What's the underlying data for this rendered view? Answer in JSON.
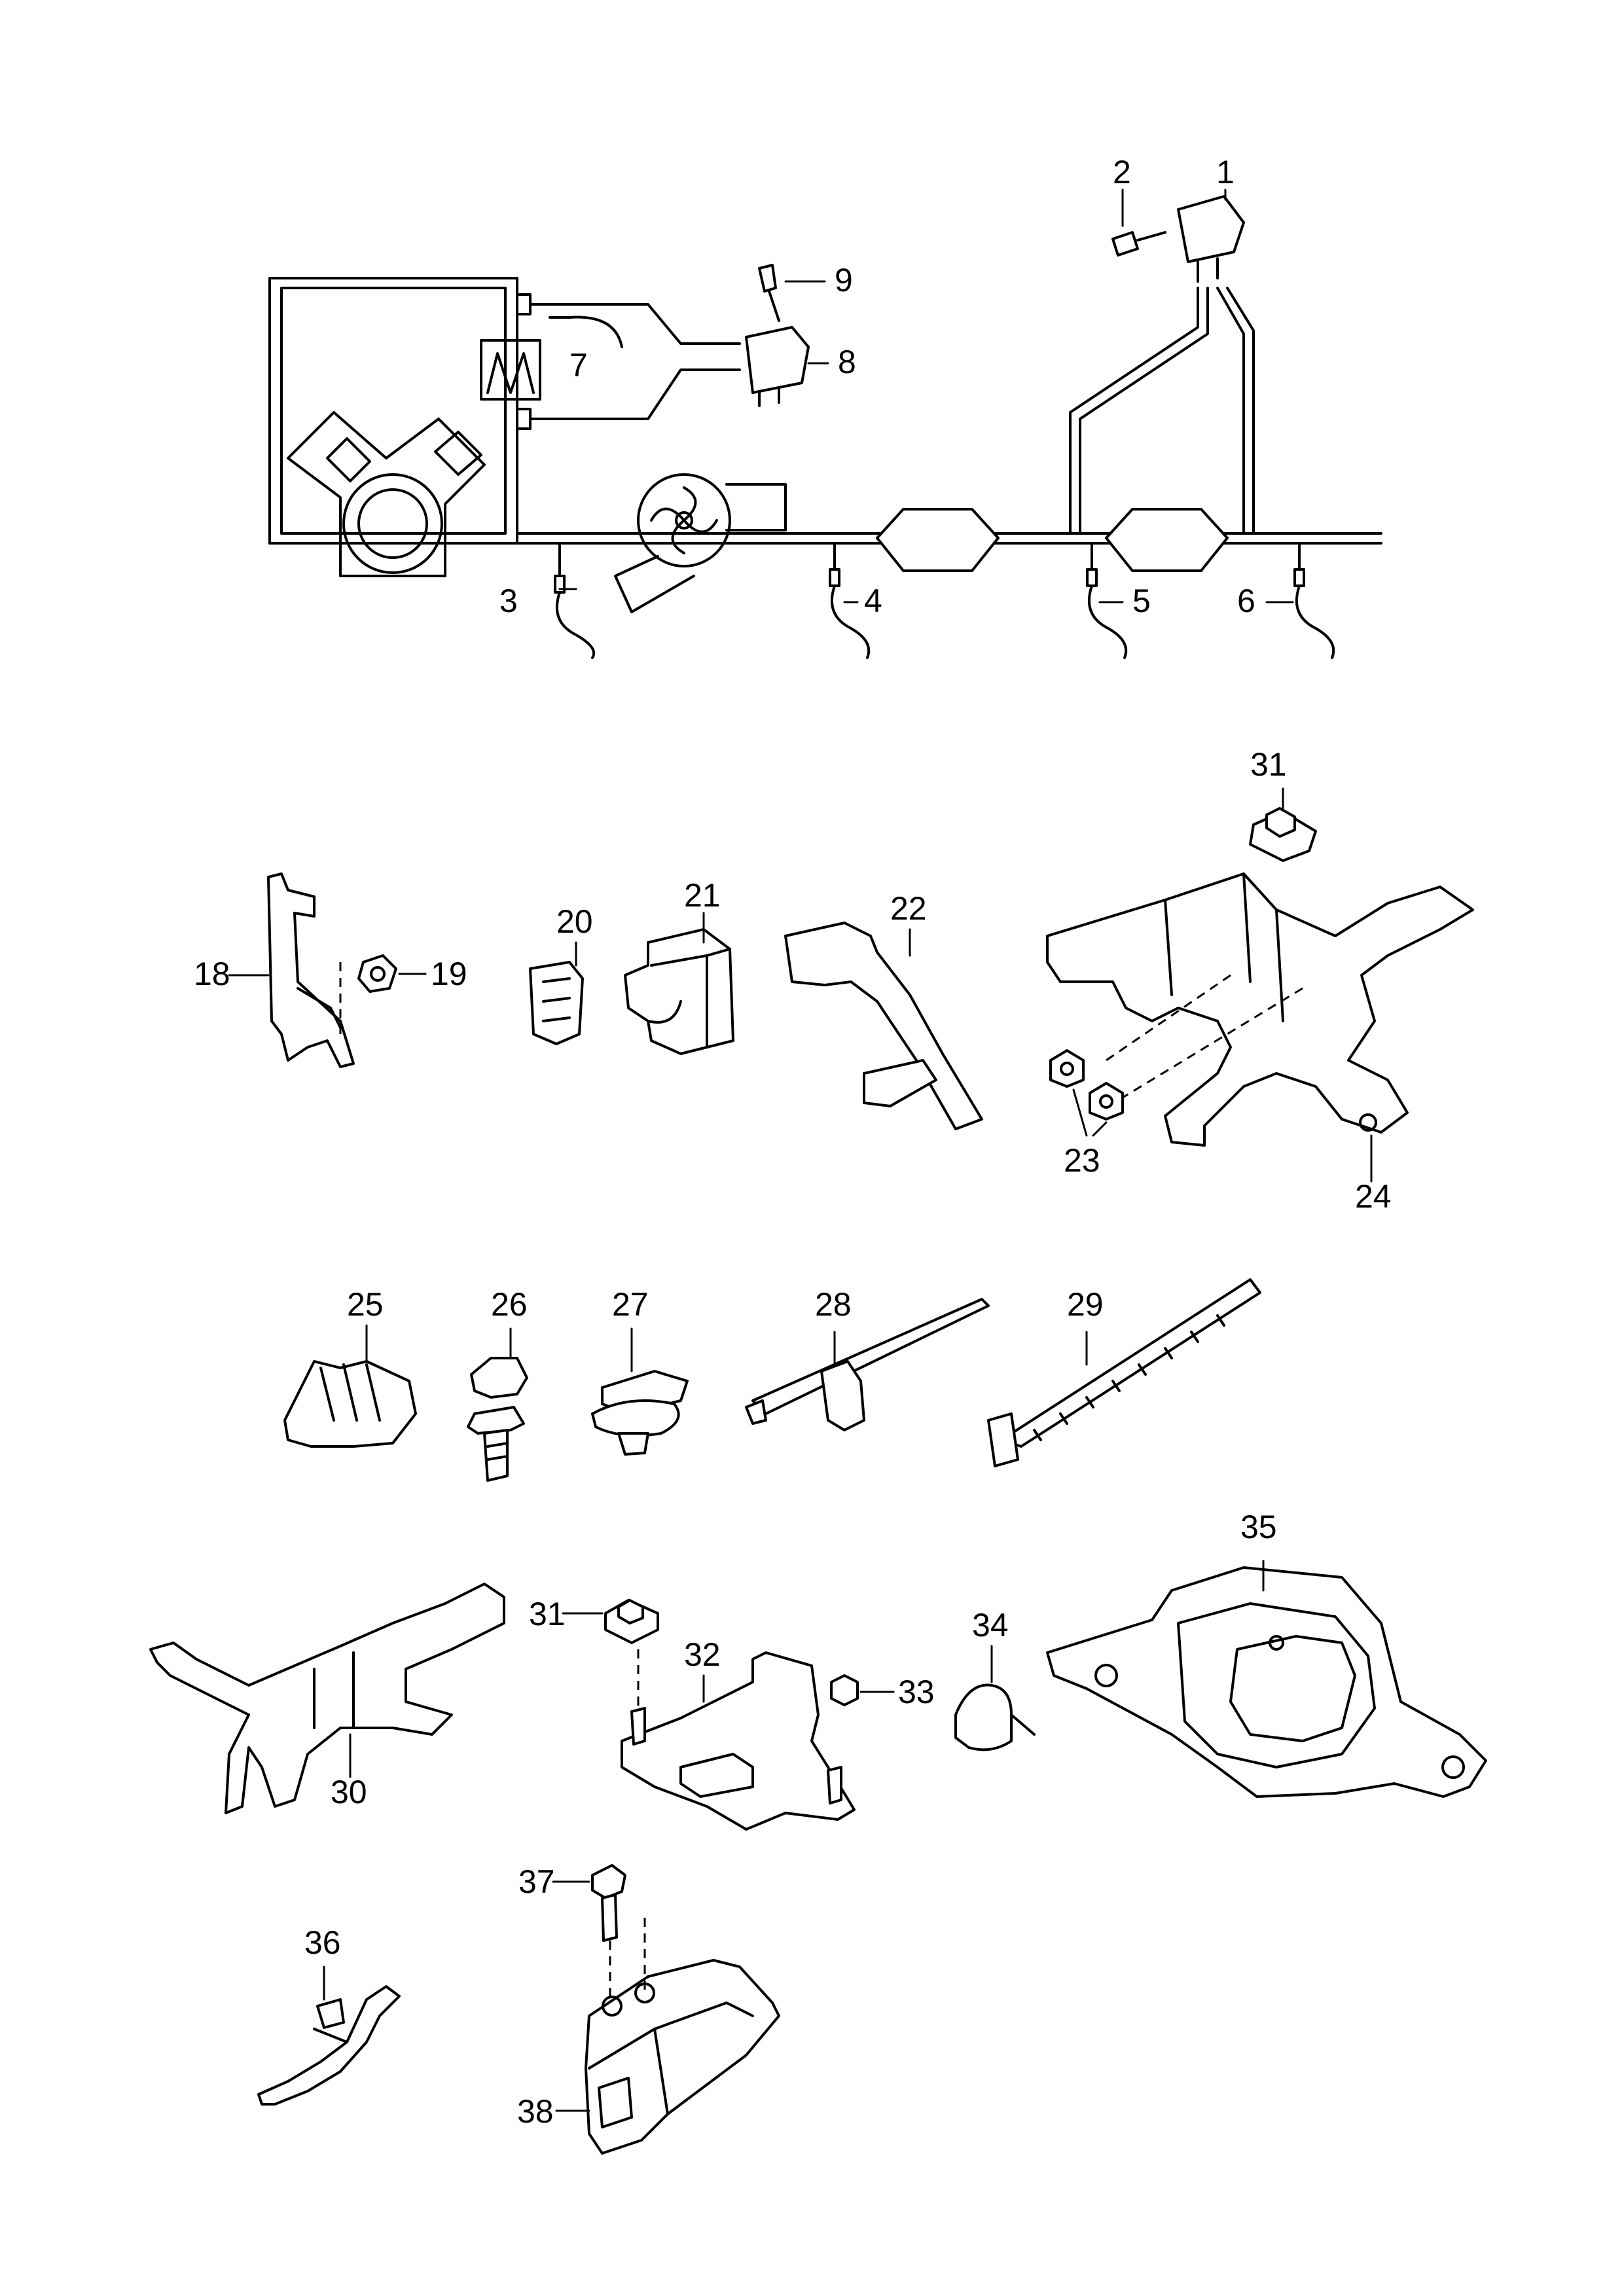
{
  "diagram": {
    "callouts": {
      "c1": "1",
      "c2": "2",
      "c3": "3",
      "c4": "4",
      "c5": "5",
      "c6": "6",
      "c7": "7",
      "c8": "8",
      "c9": "9",
      "c18": "18",
      "c19": "19",
      "c20": "20",
      "c21": "21",
      "c22": "22",
      "c23": "23",
      "c24": "24",
      "c25": "25",
      "c26": "26",
      "c27": "27",
      "c28": "28",
      "c29": "29",
      "c30": "30",
      "c31a": "31",
      "c31b": "31",
      "c32": "32",
      "c33": "33",
      "c34": "34",
      "c35": "35",
      "c36": "36",
      "c37": "37",
      "c38": "38"
    },
    "icons": {
      "engine": "engine-icon",
      "turbocharger": "turbo-icon",
      "catalytic_converter": "catalytic-converter-icon",
      "particulate_filter": "particulate-filter-icon",
      "pressure_sensor": "pressure-sensor-icon",
      "heater": "heater-icon"
    }
  }
}
